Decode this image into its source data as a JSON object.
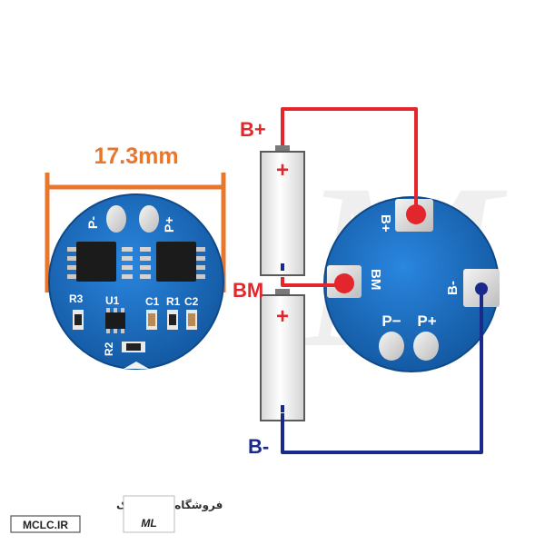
{
  "dimension": {
    "label": "17.3mm",
    "color": "#e8772e"
  },
  "left_board": {
    "silk": {
      "p_minus": "P-",
      "p_plus": "P+",
      "r3": "R3",
      "u1": "U1",
      "c1": "C1",
      "r1": "R1",
      "c2": "C2",
      "r2": "R2"
    },
    "pcb_color": "#1a6fc4"
  },
  "cells": [
    {
      "plus": "+",
      "minus": "-"
    },
    {
      "plus": "+",
      "minus": "-"
    }
  ],
  "wiring": {
    "b_plus": "B+",
    "bm": "BM",
    "b_minus": "B-",
    "positive_color": "#e3262b",
    "negative_color": "#1a2a8a"
  },
  "right_board": {
    "silk": {
      "b_plus": "B+",
      "bm": "BM",
      "b_minus": "B-",
      "p_minus": "P−",
      "p_plus": "P+"
    },
    "pcb_color": "#1a6fc4"
  },
  "footer": {
    "shop_name": "فروشگاه مکاترونیک",
    "site": "MCLC.IR",
    "logo_letters": "ML"
  }
}
